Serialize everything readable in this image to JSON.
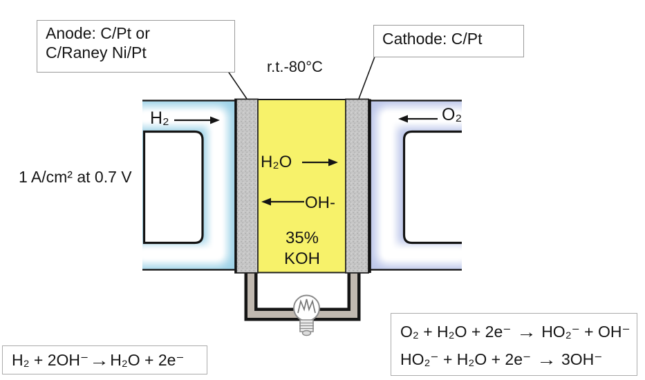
{
  "callouts": {
    "anode_line1": "Anode: C/Pt or",
    "anode_line2": "C/Raney Ni/Pt",
    "cathode": "Cathode: C/Pt",
    "temperature": "r.t.-80°C",
    "current_density": "1 A/cm² at 0.7 V"
  },
  "cell": {
    "hydrogen": "H₂",
    "oxygen": "O₂",
    "water": "H₂O",
    "hydroxide": "OH-",
    "electrolyte_line1": "35%",
    "electrolyte_line2": "KOH"
  },
  "reactions": {
    "anode_pre": "H₂ + 2OH⁻",
    "anode_post": "H₂O + 2e⁻",
    "cathode1_pre": "O₂ + H₂O + 2e⁻",
    "cathode1_post": "HO₂⁻ + OH⁻",
    "cathode2_pre": "HO₂⁻ + H₂O + 2e⁻",
    "cathode2_post": "3OH⁻"
  },
  "symbols": {
    "reaction_arrow": "→"
  },
  "colors": {
    "hydrogen_channel": "#9fd3e8",
    "oxygen_channel": "#bdc7ea",
    "electrolyte": "#f7f26a",
    "electrode_gray": "#c6c6c6",
    "wire_gray": "#c1b9b0",
    "outline_black": "#161616",
    "callout_border": "#999999"
  }
}
